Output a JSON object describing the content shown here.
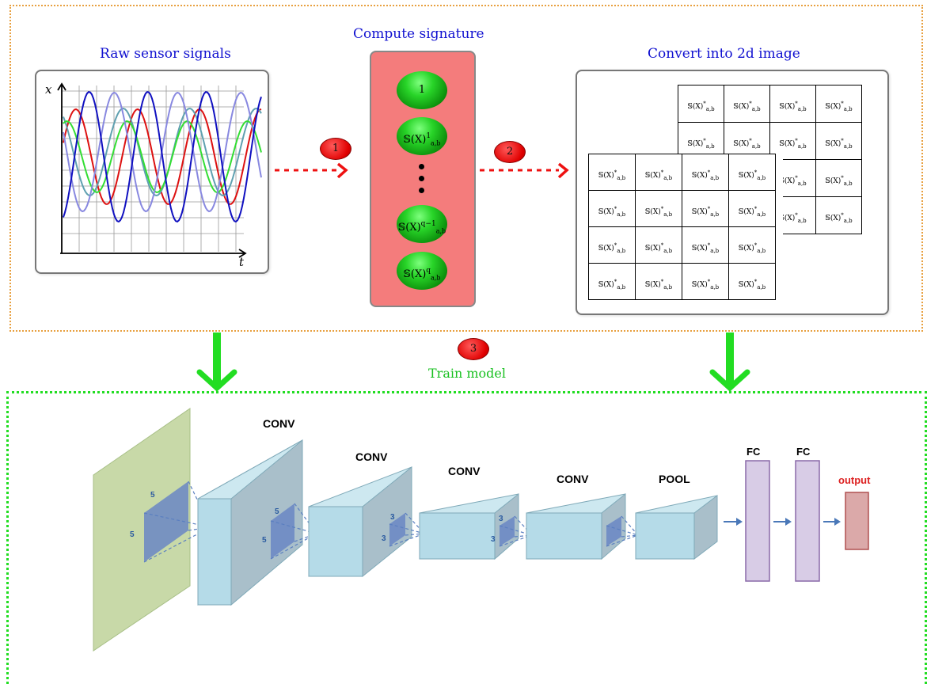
{
  "stage1": {
    "raw_title": "Raw sensor signals",
    "compute_title": "Compute signature",
    "convert_title": "Convert into 2d image",
    "axis_x_label": "x",
    "axis_t_label": "t",
    "step1": "1",
    "step2": "2",
    "sig_terms": [
      "1",
      "𝕊(X)",
      "𝕊(X)",
      "𝕊(X)"
    ],
    "sig_subs": [
      "",
      "a,b",
      "a,b",
      "a,b"
    ],
    "sig_sups": [
      "",
      "1",
      "q−1",
      "q"
    ],
    "cell_label": "𝕊(X)",
    "cell_sub": "a,b",
    "cell_sup": "*"
  },
  "stage2": {
    "step3": "3",
    "train_title": "Train model",
    "layers": [
      "CONV",
      "CONV",
      "CONV",
      "CONV",
      "POOL",
      "FC",
      "FC",
      "output"
    ],
    "kernel_labels": [
      "5",
      "5",
      "5",
      "5",
      "3",
      "3",
      "3",
      "3"
    ]
  },
  "colors": {
    "title_blue": "#1010d0",
    "train_green": "#18c020",
    "dotted_orange": "#e8a040",
    "dotted_green": "#22dd22",
    "arrow_red": "#ee1111",
    "signature_panel": "#f47c7c",
    "layer_fill": "#cde8f0",
    "fc_fill": "#d8cce6",
    "output_fill": "#dba9a9",
    "output_text": "#dd2222"
  }
}
